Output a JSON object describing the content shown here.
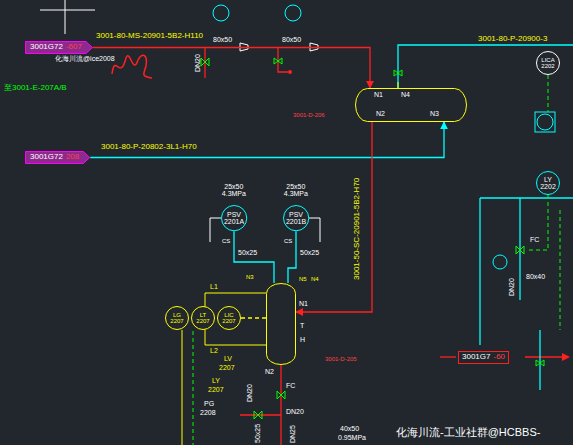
{
  "diagram": {
    "nodes": [
      {
        "text": [
          "3001G72",
          "-607"
        ]
      },
      {
        "text": [
          "3001-D-206"
        ]
      },
      {
        "text": [
          "3001G72",
          "208"
        ]
      },
      {
        "text": [
          "3001-D-205"
        ]
      },
      {
        "text": [
          "25x50 4.3MPa",
          "PSV 2201A"
        ]
      },
      {
        "text": [
          "25x50 4.3MPa",
          "PSV 2201B"
        ]
      },
      {
        "text": [
          "LG 2207"
        ]
      },
      {
        "text": [
          "LT 2207"
        ]
      },
      {
        "text": [
          "LIC 2207"
        ]
      },
      {
        "text": [
          "LICA 2202"
        ]
      },
      {
        "text": [
          "LY 2202"
        ]
      },
      {
        "text": [
          "3001G7",
          "-60"
        ]
      }
    ],
    "edges": [
      {
        "from": 0,
        "to": 1,
        "arrow": "to",
        "label": "3001-80-MS-20901-5B2-H110"
      },
      {
        "from": 2,
        "to": 1,
        "arrow": "to",
        "label": "3001-80-P-20802-3L1-H70"
      },
      {
        "from": 1,
        "to": 3,
        "arrow": "to",
        "label": "3001-50-SC-20901-5B2-H70"
      },
      {
        "from": 3,
        "to": 4,
        "arrow": "none"
      },
      {
        "from": 3,
        "to": 5,
        "arrow": "none"
      },
      {
        "from": 8,
        "to": 3,
        "arrow": "none"
      }
    ],
    "labels": [
      "化海川流@ice2008",
      "至3001-E-207A/B",
      "DN20",
      "80x50",
      "80x50",
      "N1",
      "N4",
      "N2",
      "N3",
      "3001-80-P-20900-3",
      "FC",
      "DN20",
      "80x40",
      "50x25",
      "50x25",
      "CS",
      "CS",
      "L1",
      "N3",
      "N5",
      "N4",
      "N1",
      "T",
      "L2",
      "H",
      "N2",
      "LV",
      "2207",
      "LY",
      "2207",
      "FC",
      "PG",
      "2208",
      "DN20",
      "DN20",
      "50x25",
      "DN25",
      "40x50",
      "0.95MPa",
      "化海川流-工业社群@HCBBS-"
    ]
  }
}
